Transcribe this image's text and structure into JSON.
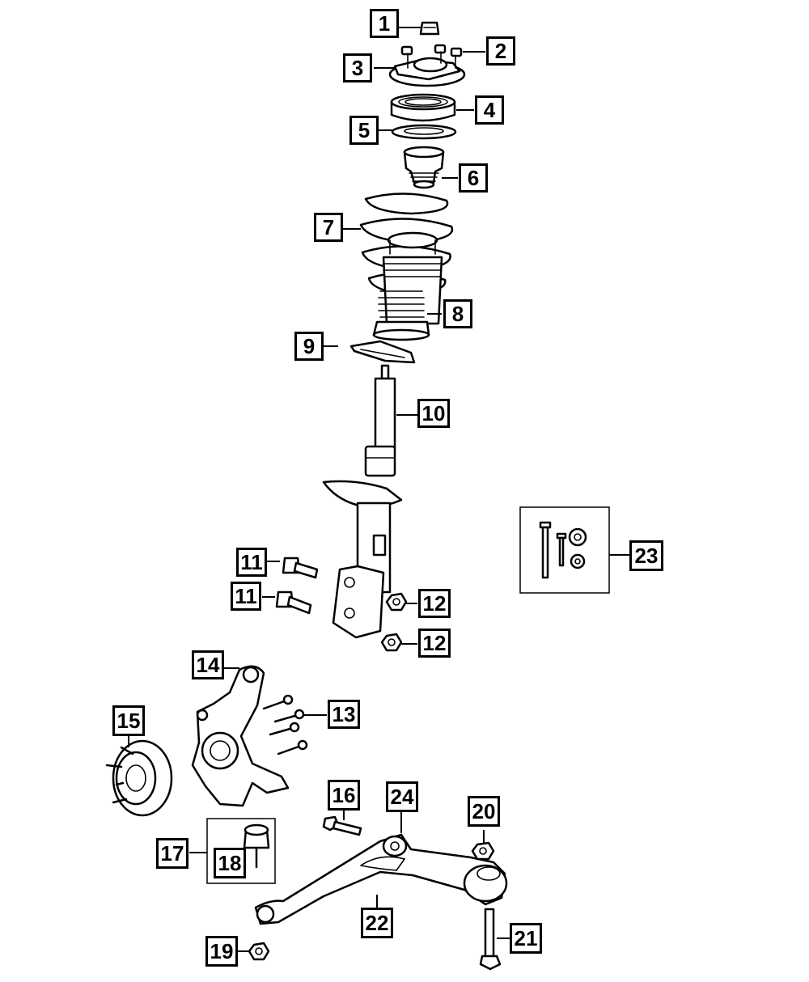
{
  "diagram": {
    "callouts": [
      {
        "id": "1",
        "label": "1"
      },
      {
        "id": "2",
        "label": "2"
      },
      {
        "id": "3",
        "label": "3"
      },
      {
        "id": "4",
        "label": "4"
      },
      {
        "id": "5",
        "label": "5"
      },
      {
        "id": "6",
        "label": "6"
      },
      {
        "id": "7",
        "label": "7"
      },
      {
        "id": "8",
        "label": "8"
      },
      {
        "id": "9",
        "label": "9"
      },
      {
        "id": "10",
        "label": "10"
      },
      {
        "id": "11a",
        "label": "11"
      },
      {
        "id": "11b",
        "label": "11"
      },
      {
        "id": "12a",
        "label": "12"
      },
      {
        "id": "12b",
        "label": "12"
      },
      {
        "id": "13",
        "label": "13"
      },
      {
        "id": "14",
        "label": "14"
      },
      {
        "id": "15",
        "label": "15"
      },
      {
        "id": "16",
        "label": "16"
      },
      {
        "id": "17",
        "label": "17"
      },
      {
        "id": "18",
        "label": "18"
      },
      {
        "id": "19",
        "label": "19"
      },
      {
        "id": "20",
        "label": "20"
      },
      {
        "id": "21",
        "label": "21"
      },
      {
        "id": "22",
        "label": "22"
      },
      {
        "id": "23",
        "label": "23"
      },
      {
        "id": "24",
        "label": "24"
      }
    ]
  }
}
